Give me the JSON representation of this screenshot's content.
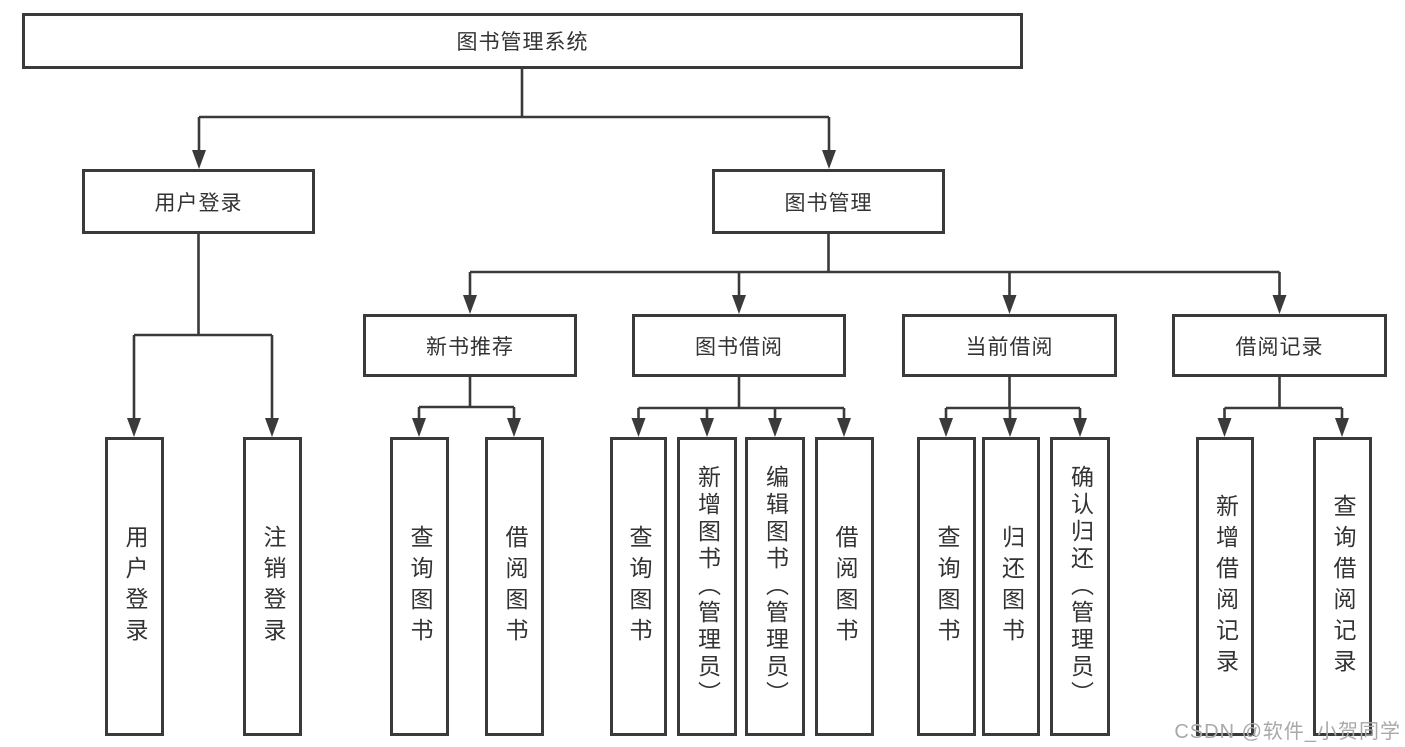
{
  "diagram": {
    "type": "hierarchy-tree",
    "title": "图书管理系统"
  },
  "nodes": [
    {
      "id": "root",
      "label": "图书管理系统"
    },
    {
      "id": "user-login",
      "label": "用户登录"
    },
    {
      "id": "book-management",
      "label": "图书管理"
    },
    {
      "id": "new-book-recommend",
      "label": "新书推荐"
    },
    {
      "id": "book-borrowing",
      "label": "图书借阅"
    },
    {
      "id": "current-borrowing",
      "label": "当前借阅"
    },
    {
      "id": "borrowing-records",
      "label": "借阅记录"
    },
    {
      "id": "leaf-user-login",
      "label": "用户登录"
    },
    {
      "id": "leaf-logout",
      "label": "注销登录"
    },
    {
      "id": "leaf-query-books-1",
      "label": "查询图书"
    },
    {
      "id": "leaf-borrow-books-1",
      "label": "借阅图书"
    },
    {
      "id": "leaf-query-books-2",
      "label": "查询图书"
    },
    {
      "id": "leaf-add-book-admin",
      "label": "新增图书（管理员）"
    },
    {
      "id": "leaf-edit-book-admin",
      "label": "编辑图书（管理员）"
    },
    {
      "id": "leaf-borrow-books-2",
      "label": "借阅图书"
    },
    {
      "id": "leaf-query-books-3",
      "label": "查询图书"
    },
    {
      "id": "leaf-return-books",
      "label": "归还图书"
    },
    {
      "id": "leaf-confirm-return-admin",
      "label": "确认归还（管理员）"
    },
    {
      "id": "leaf-add-borrow-record",
      "label": "新增借阅记录"
    },
    {
      "id": "leaf-query-borrow-record",
      "label": "查询借阅记录"
    }
  ],
  "hierarchy": {
    "root": "图书管理系统",
    "children": [
      {
        "label": "用户登录",
        "children": [
          {
            "label": "用户登录"
          },
          {
            "label": "注销登录"
          }
        ]
      },
      {
        "label": "图书管理",
        "children": [
          {
            "label": "新书推荐",
            "children": [
              {
                "label": "查询图书"
              },
              {
                "label": "借阅图书"
              }
            ]
          },
          {
            "label": "图书借阅",
            "children": [
              {
                "label": "查询图书"
              },
              {
                "label": "新增图书（管理员）"
              },
              {
                "label": "编辑图书（管理员）"
              },
              {
                "label": "借阅图书"
              }
            ]
          },
          {
            "label": "当前借阅",
            "children": [
              {
                "label": "查询图书"
              },
              {
                "label": "归还图书"
              },
              {
                "label": "确认归还（管理员）"
              }
            ]
          },
          {
            "label": "借阅记录",
            "children": [
              {
                "label": "新增借阅记录"
              },
              {
                "label": "查询借阅记录"
              }
            ]
          }
        ]
      }
    ]
  },
  "watermark": {
    "text": "CSDN @软件_小贺同学",
    "color": "#a9a9a9"
  },
  "colors": {
    "line": "#3a3a3a",
    "text": "#333333",
    "background": "#ffffff",
    "node_fill": "#ffffff"
  }
}
